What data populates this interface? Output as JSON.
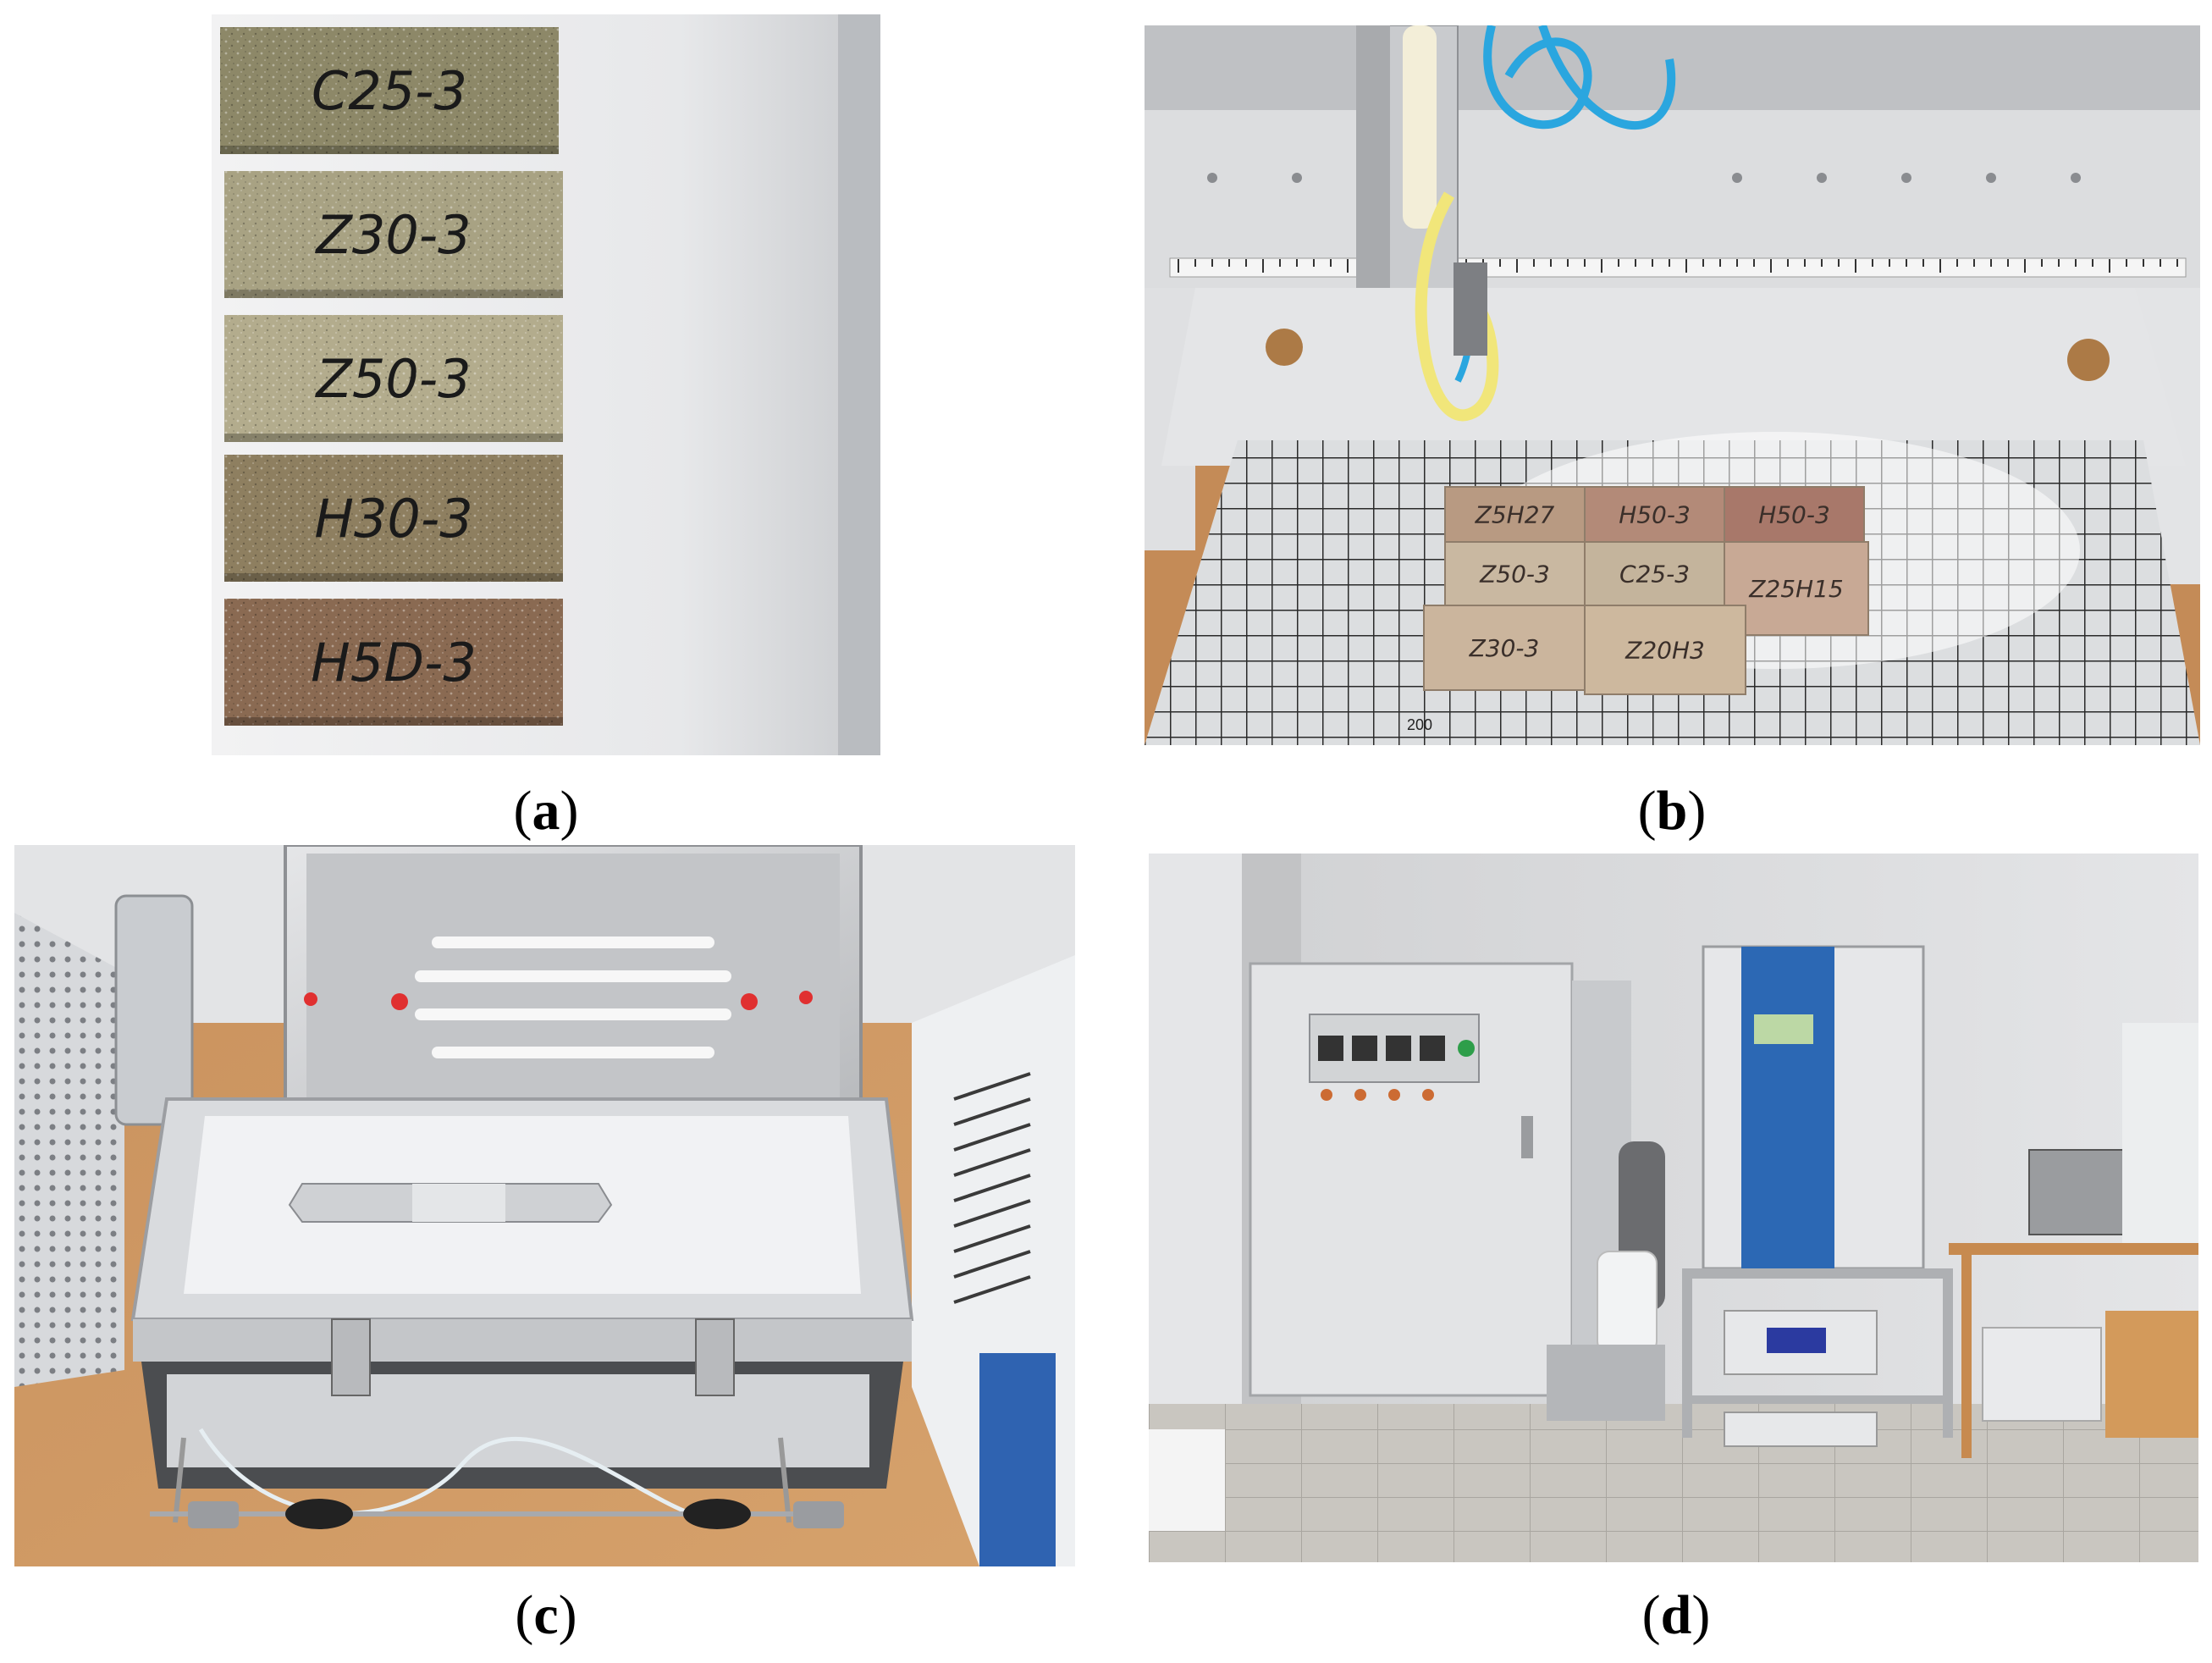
{
  "figure": {
    "panels": [
      {
        "id": "a",
        "caption_open": "(",
        "caption_letter": "a",
        "caption_close": ")",
        "bricks": [
          "C25-3",
          "Z30-3",
          "Z50-3",
          "H30-3",
          "H5D-3"
        ],
        "brick_colors": [
          "#8d8868",
          "#a8a283",
          "#b3ac8d",
          "#8e7f60",
          "#8a6a52"
        ]
      },
      {
        "id": "b",
        "caption_open": "(",
        "caption_letter": "b",
        "caption_close": ")",
        "bricks": [
          "Z5H27",
          "H50-3",
          "H50-3",
          "Z50-3",
          "C25-3",
          "Z25H15",
          "Z30-3",
          "Z20H3"
        ],
        "grid_label": "200"
      },
      {
        "id": "c",
        "caption_open": "(",
        "caption_letter": "c",
        "caption_close": ")"
      },
      {
        "id": "d",
        "caption_open": "(",
        "caption_letter": "d",
        "caption_close": ")"
      }
    ]
  },
  "colors": {
    "background": "#ffffff",
    "panel_b_frame": "#cfd0d2",
    "panel_b_grid": "#2a2a2a",
    "panel_d_blue": "#2c68b4",
    "tube_blue": "#2aa6df",
    "tube_yellow": "#f1e67a",
    "wood": "#c98f5a"
  }
}
